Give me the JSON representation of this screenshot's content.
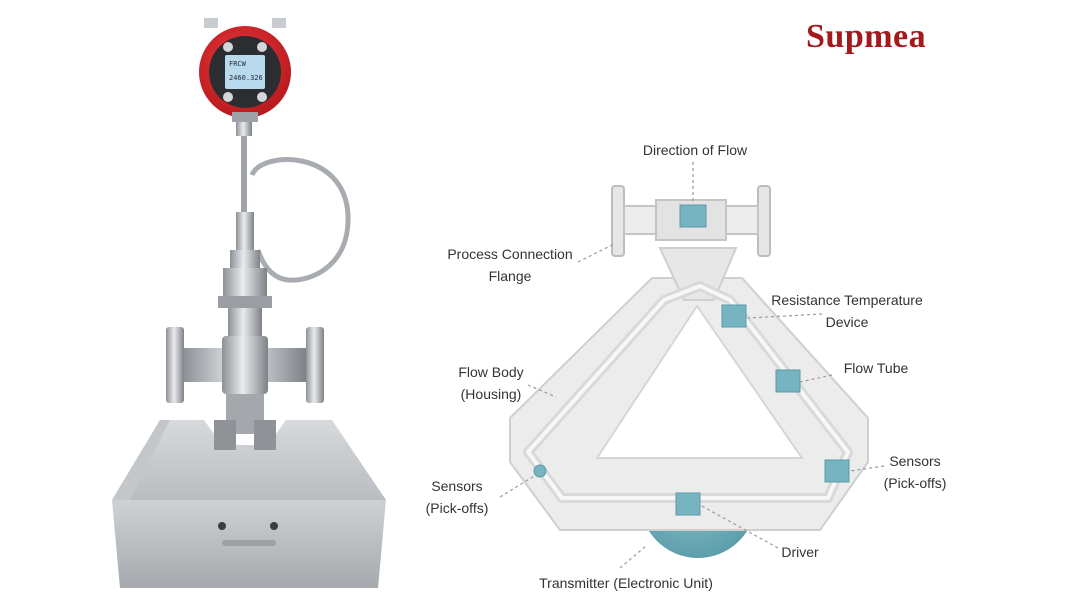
{
  "brand": {
    "name": "Supmea",
    "color": "#a3191c"
  },
  "device": {
    "display_line1": "FRCW",
    "display_line2": "2460.326",
    "housing_color": "#d9262b"
  },
  "diagram": {
    "accent": "#76b4c2",
    "labels": {
      "direction_of_flow": "Direction of Flow",
      "process_connection_flange_1": "Process Connection",
      "process_connection_flange_2": "Flange",
      "rtd_1": "Resistance Temperature",
      "rtd_2": "Device",
      "flow_tube": "Flow Tube",
      "flow_body_1": "Flow Body",
      "flow_body_2": "(Housing)",
      "sensors_left_1": "Sensors",
      "sensors_left_2": "(Pick-offs)",
      "sensors_right_1": "Sensors",
      "sensors_right_2": "(Pick-offs)",
      "driver": "Driver",
      "transmitter": "Transmitter (Electronic Unit)"
    }
  }
}
